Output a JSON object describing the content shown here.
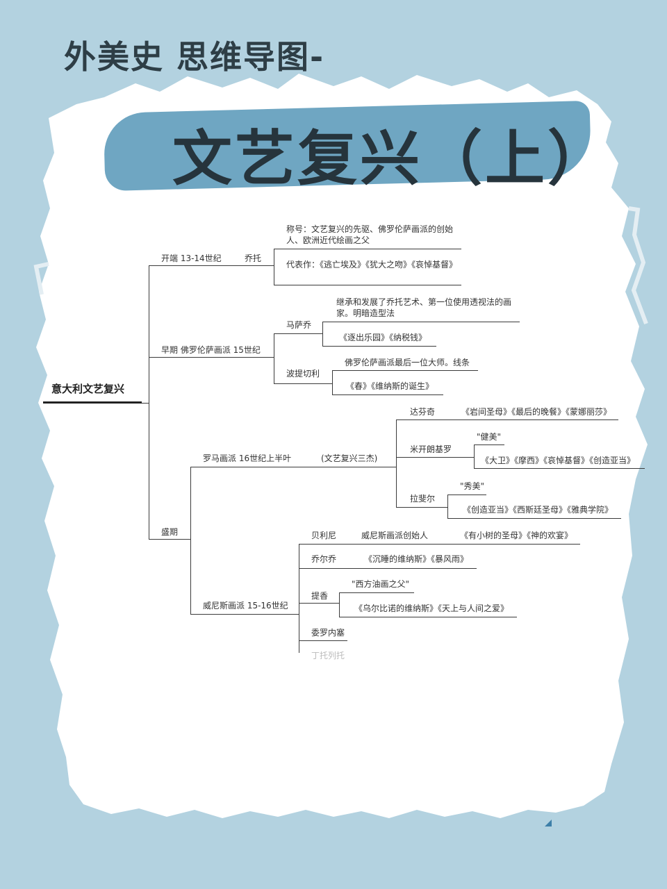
{
  "header": {
    "title": "外美史 思维导图-",
    "subtitle": "文艺复兴（上）"
  },
  "colors": {
    "background": "#b3d2e0",
    "paper": "#ffffff",
    "banner": "#6fa6c2",
    "title_text": "#26343c",
    "line": "#3a3a3a"
  },
  "mindmap": {
    "root": "意大利文艺复兴",
    "start": {
      "label": "开端 13-14世纪",
      "artist": "乔托",
      "title_note": "称号：文艺复兴的先驱、佛罗伦萨画派的创始人、欧洲近代绘画之父",
      "works": "代表作：《逃亡埃及》《犹大之吻》《哀悼基督》"
    },
    "early": {
      "label": "早期 佛罗伦萨画派 15世纪",
      "masaccio": {
        "name": "马萨乔",
        "desc": "继承和发展了乔托艺术、第一位使用透视法的画家。明暗造型法",
        "works": "《逐出乐园》《纳税钱》"
      },
      "botticelli": {
        "name": "波提切利",
        "desc": "佛罗伦萨画派最后一位大师。线条",
        "works": "《春》《维纳斯的诞生》"
      }
    },
    "high": {
      "label": "盛期",
      "rome": {
        "label": "罗马画派 16世纪上半叶",
        "note": "(文艺复兴三杰)",
        "leonardo": {
          "name": "达芬奇",
          "works": "《岩间圣母》《最后的晚餐》《蒙娜丽莎》"
        },
        "michelangelo": {
          "name": "米开朗基罗",
          "style": "\"健美\"",
          "works": "《大卫》《摩西》《哀悼基督》《创造亚当》"
        },
        "raphael": {
          "name": "拉斐尔",
          "style": "\"秀美\"",
          "works": "《创造亚当》《西斯廷圣母》《雅典学院》"
        }
      },
      "venice": {
        "label": "威尼斯画派 15-16世纪",
        "bellini": {
          "name": "贝利尼",
          "desc": "威尼斯画派创始人",
          "works": "《有小树的圣母》《神的欢宴》"
        },
        "giorgione": {
          "name": "乔尔乔",
          "works": "《沉睡的维纳斯》《暴风雨》"
        },
        "titian": {
          "name": "提香",
          "style": "\"西方油画之父\"",
          "works": "《乌尔比诺的维纳斯》《天上与人间之爱》"
        },
        "veronese": {
          "name": "委罗内塞"
        },
        "tintoretto": {
          "name": "丁托列托"
        }
      }
    }
  }
}
